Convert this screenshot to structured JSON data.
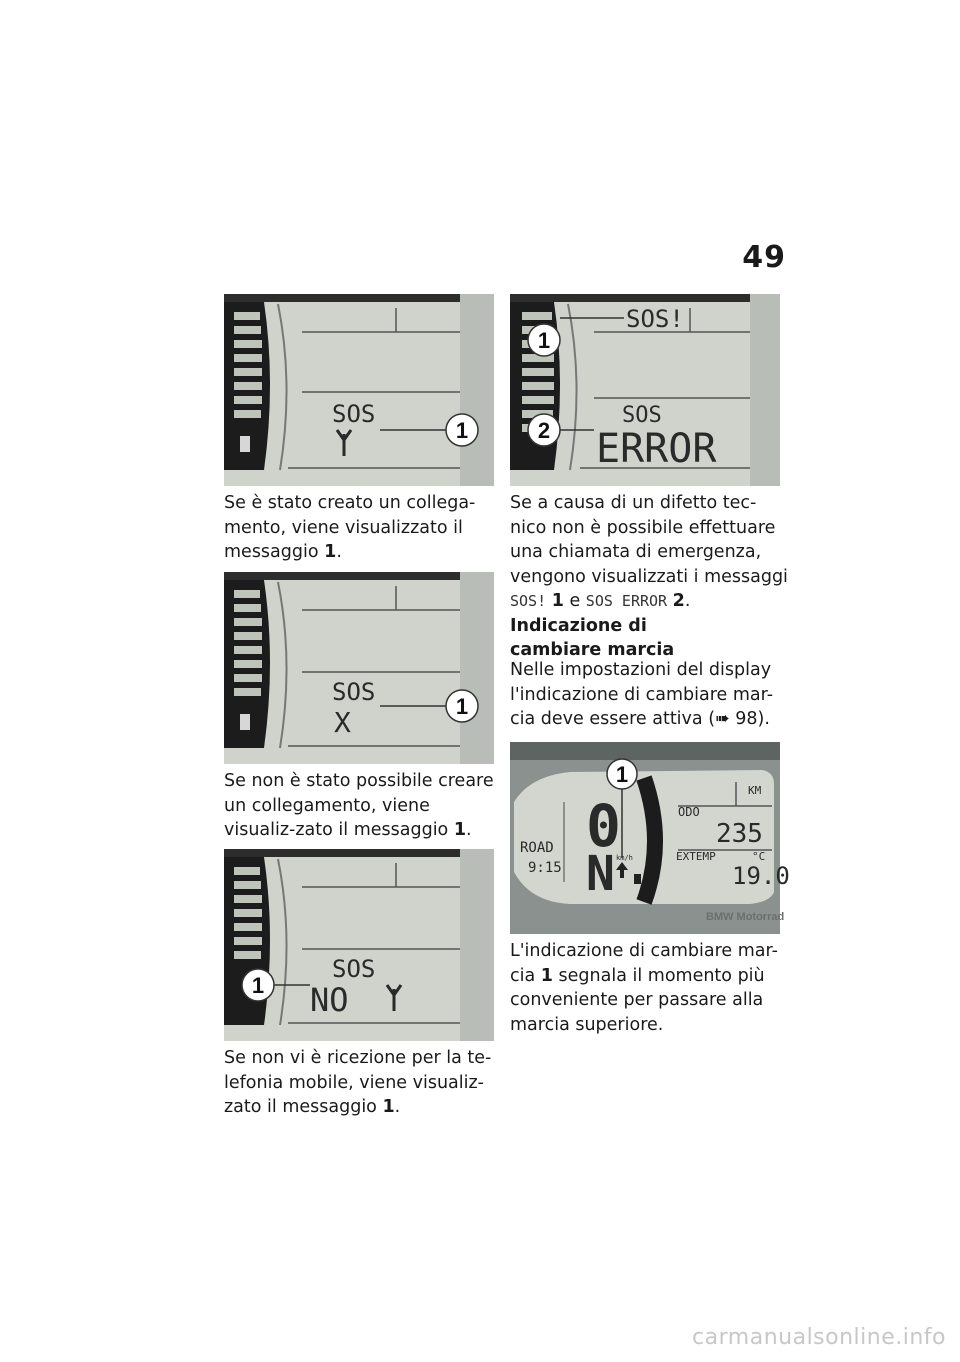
{
  "page_number": "49",
  "figures": {
    "f1": {
      "lcd_label": "SOS",
      "callout": "1"
    },
    "f2": {
      "lcd_label": "SOS",
      "lcd_symbol": "X",
      "callout": "1"
    },
    "f3": {
      "lcd_label": "SOS",
      "lcd_text": "NO",
      "callout": "1"
    },
    "f4": {
      "lcd_top": "SOS!",
      "lcd_label": "SOS",
      "lcd_text": "ERROR",
      "callout1": "1",
      "callout2": "2"
    },
    "f5": {
      "callout": "1",
      "gear_top": "0",
      "gear_bottom": "N",
      "unit": "km/h",
      "left_top": "ROAD",
      "left_bottom": "9:15",
      "odo_label": "ODO",
      "odo_unit": "KM",
      "odo_value": "235",
      "temp_label": "EXTEMP",
      "temp_unit": "°C",
      "temp_value": "19.0",
      "brand": "BMW Motorrad"
    }
  },
  "captions": {
    "c1_text": "Se è stato creato un collega-mento, viene visualizzato il messaggio ",
    "c1_ref": "1",
    "c2_text": "Se non è stato possibile creare un collegamento, viene visualiz-zato il messaggio ",
    "c2_ref": "1",
    "c3_text": "Se non vi è ricezione per la te-lefonia mobile, viene visualiz-zato il messaggio ",
    "c3_ref": "1",
    "c4_text": "Se a causa di un difetto tec-nico non è possibile effettuare una chiamata di emergenza, vengono visualizzati i messaggi ",
    "c4_code1": "SOS!",
    "c4_ref1": "1",
    "c4_and": " e ",
    "c4_code2": "SOS ERROR",
    "c4_ref2": "2",
    "heading": "Indicazione di cambiare marcia",
    "c5_text": "Nelle impostazioni del display l'indicazione di cambiare mar-cia deve essere attiva ",
    "c5_ref": "98).",
    "c6_pre": "L'indicazione di cambiare mar-cia ",
    "c6_ref": "1",
    "c6_post": " segnala il momento più conveniente per passare alla marcia superiore."
  },
  "footer": "carmanualsonline.info"
}
